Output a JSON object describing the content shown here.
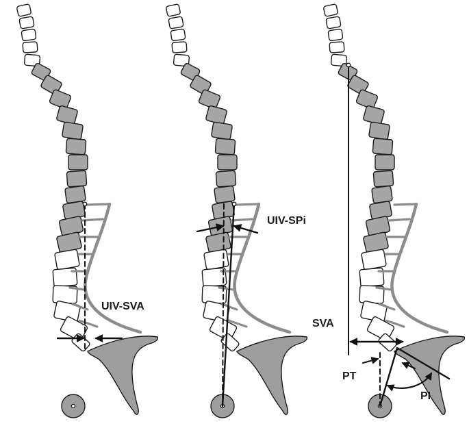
{
  "figure": {
    "panels": [
      {
        "id": "uiv-sva",
        "label": "UIV-SVA"
      },
      {
        "id": "uiv-spi",
        "label": "UIV-SPi"
      },
      {
        "id": "global",
        "labels": {
          "sva": "SVA",
          "pt": "PT",
          "pi": "PI"
        }
      }
    ],
    "colors": {
      "instrumented_vertebra": "#a6a6a6",
      "free_vertebra": "#ffffff",
      "rod": "#8c8c8c",
      "outline": "#1a1a1a"
    }
  }
}
